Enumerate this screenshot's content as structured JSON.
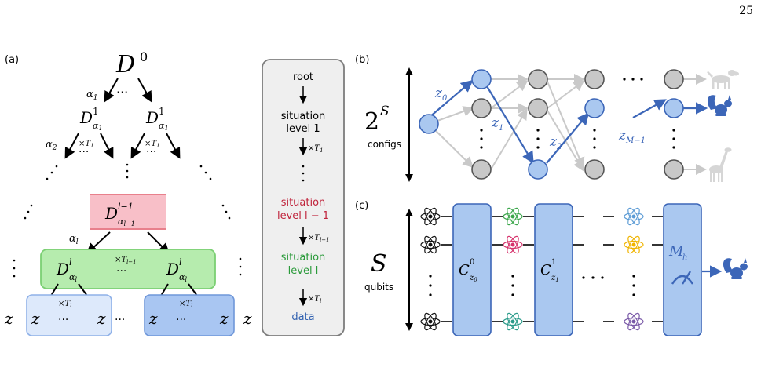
{
  "page_number": "25",
  "panel_a": {
    "label": "(a)",
    "root": "D",
    "root_sup": "0",
    "level1": {
      "base": "D",
      "sup": "1",
      "sub": "α",
      "subsub": "1"
    },
    "alpha1": "α",
    "alpha1_sub": "1",
    "alpha2": "α",
    "alpha2_sub": "2",
    "times_T1": "×T",
    "T1_sub": "1",
    "red_box": {
      "base": "D",
      "sup": "l−1",
      "sub": "α",
      "subsub": "l−1"
    },
    "alpha_l": "α",
    "alpha_l_sub": "l",
    "green_node": {
      "base": "D",
      "sup": "l",
      "sub": "α",
      "subsub": "l"
    },
    "times_Tl1": "×T",
    "Tl1_sub": "l−1",
    "times_Tl": "×T",
    "Tl_sub": "l",
    "z": "z",
    "ellipsis": "···"
  },
  "legend_box": {
    "root": "root",
    "situation": "situation",
    "level_1": "level 1",
    "times_T1": "×T",
    "T1_sub": "1",
    "level_l1": "level l − 1",
    "times_Tl1": "×T",
    "Tl1_sub": "l−1",
    "level_l": "level l",
    "times_Tl": "×T",
    "Tl_sub": "l",
    "data": "data"
  },
  "panel_b": {
    "label": "(b)",
    "big": "2",
    "big_sup": "S",
    "configs": "configs",
    "z0": "z",
    "z0_sub": "0",
    "z1": "z",
    "z1_sub": "1",
    "z2": "z",
    "z2_sub": "2",
    "zM": "z",
    "zM_sub": "M−1"
  },
  "panel_c": {
    "label": "(c)",
    "big": "S",
    "qubits": "qubits",
    "C0": "C",
    "C0_sup": "0",
    "C0_sub": "z",
    "C0_subsub": "0",
    "C1": "C",
    "C1_sup": "1",
    "C1_sub": "z",
    "C1_subsub": "1",
    "M": "M",
    "M_sub": "h"
  },
  "colors": {
    "blue": "#3c66b8",
    "node_blue": "#aac8f0",
    "gray_node": "#c8c8c8",
    "red_box": "#f8bfc8",
    "red_border": "#e8808c",
    "green_box": "#b6ecae",
    "green_border": "#7bcf73",
    "light_blue_box": "#dde9fb",
    "mid_blue_box": "#a9c6f2",
    "crimson": "#c0243c",
    "green_text": "#2a9a3a",
    "data_blue": "#3060b0",
    "atom_colors": [
      "#111111",
      "#3aa64a",
      "#d6336c",
      "#2a9b8a",
      "#5b9bd5",
      "#f0b400",
      "#7a5aa8"
    ]
  }
}
